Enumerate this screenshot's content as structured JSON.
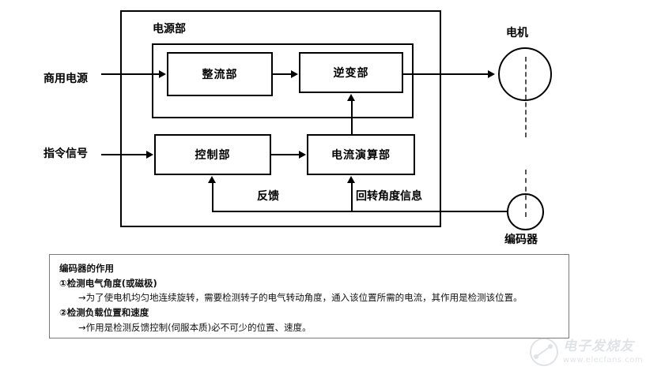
{
  "diagram": {
    "enclosure_label": "电源部",
    "blocks": [
      {
        "id": "rectifier",
        "label": "整流部"
      },
      {
        "id": "inverter",
        "label": "逆变部"
      },
      {
        "id": "controller",
        "label": "控制部"
      },
      {
        "id": "current_calc",
        "label": "电流演算部"
      }
    ],
    "inputs": [
      {
        "id": "mains",
        "label": "商用电源"
      },
      {
        "id": "command",
        "label": "指令信号"
      }
    ],
    "devices": [
      {
        "id": "motor",
        "label": "电机"
      },
      {
        "id": "encoder",
        "label": "编码器"
      }
    ],
    "signals": [
      {
        "id": "feedback",
        "label": "反馈"
      },
      {
        "id": "angle_info",
        "label": "回转角度信息"
      }
    ]
  },
  "note": {
    "title": "编码器的作用",
    "lines": [
      "①检测电气角度(或磁极)",
      "→为了使电机均匀地连续旋转，需要检测转子的电气转动角度，通入该位置所需的电流，其作用是检测该位置。",
      "②检测负载位置和速度",
      "→作用是检测反馈控制(伺服本质)必不可少的位置、速度。"
    ]
  },
  "watermark": {
    "text": "电子发烧友",
    "url": "www.elecfans.com"
  }
}
